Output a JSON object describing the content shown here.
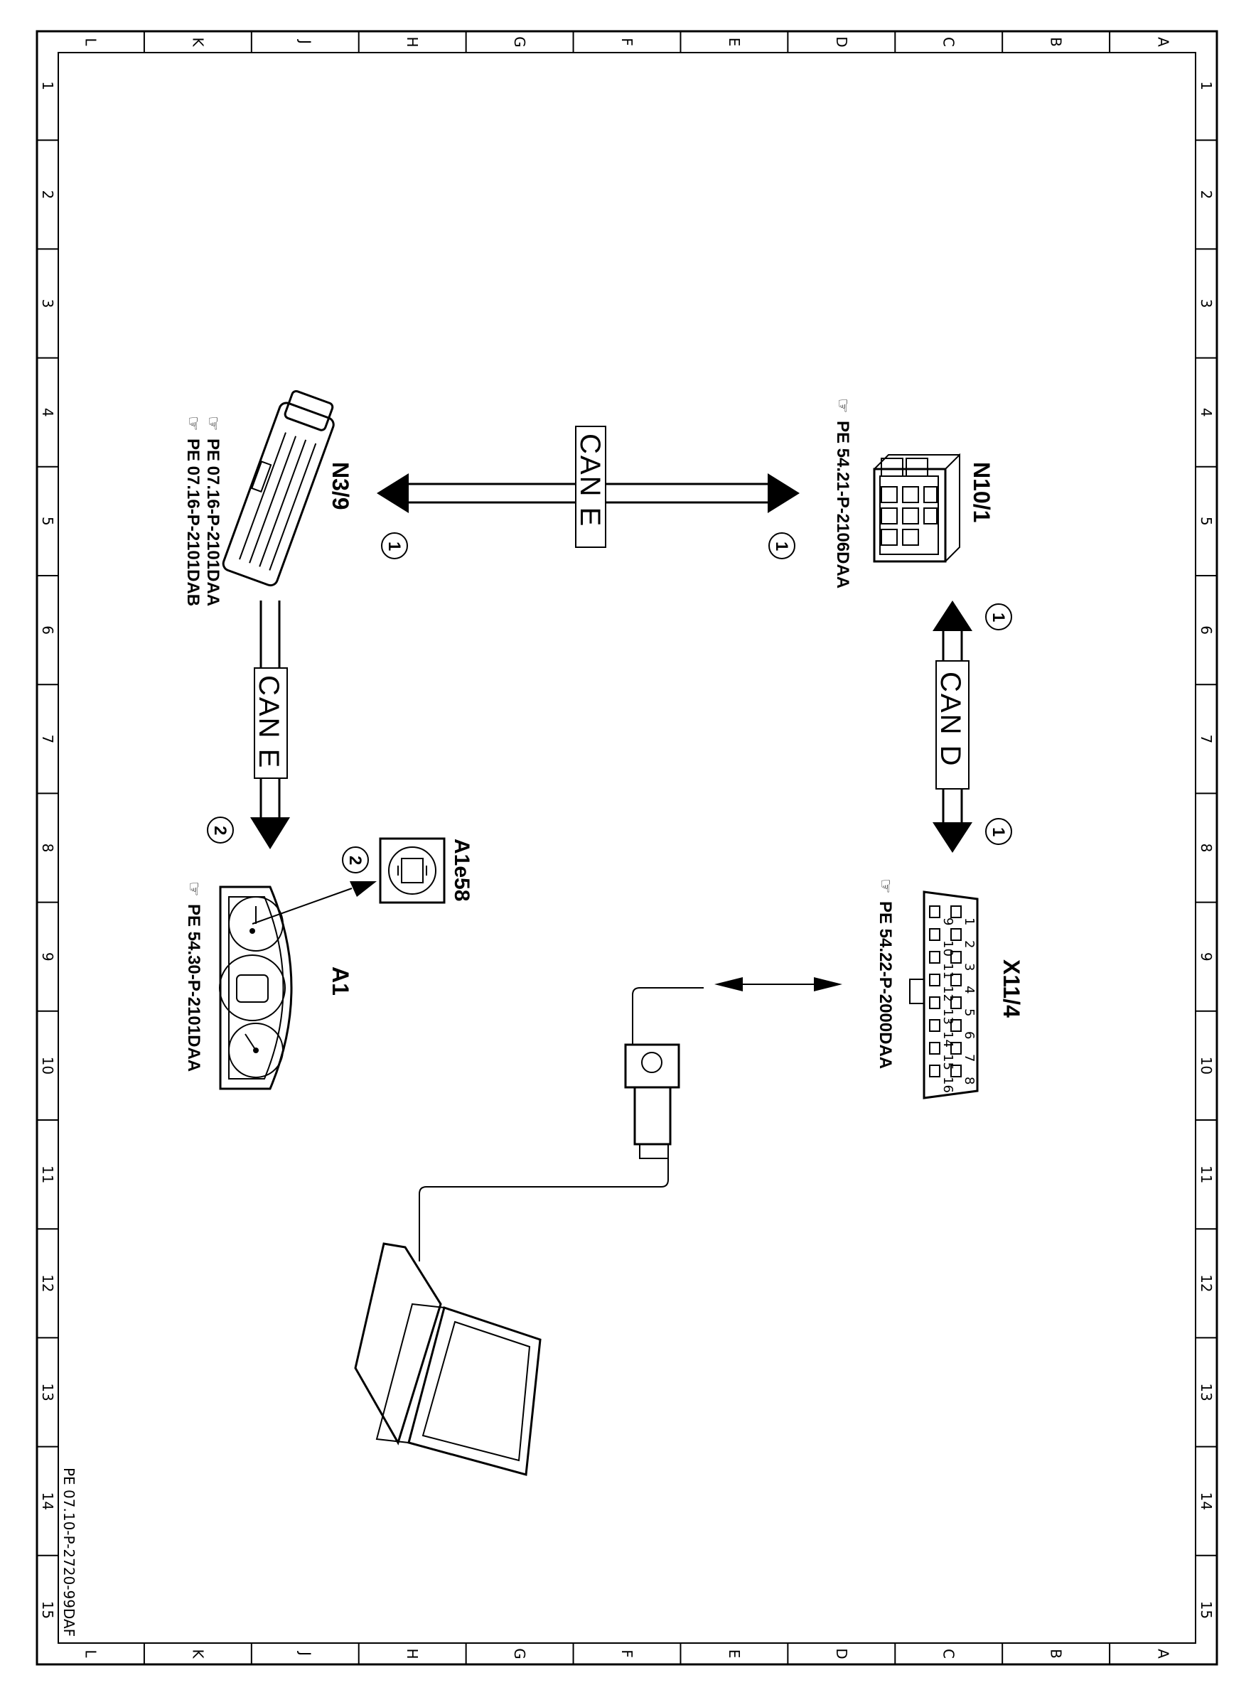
{
  "grid": {
    "columns": [
      "L",
      "K",
      "J",
      "H",
      "G",
      "F",
      "E",
      "D",
      "C",
      "B",
      "A"
    ],
    "rows": [
      "1",
      "2",
      "3",
      "4",
      "5",
      "6",
      "7",
      "8",
      "9",
      "10",
      "11",
      "12",
      "13",
      "14",
      "15"
    ]
  },
  "components": {
    "n10_1": {
      "label": "N10/1",
      "refs": [
        "PE  54.21-P-2106DAA"
      ]
    },
    "n3_9": {
      "label": "N3/9",
      "refs": [
        "PE  07.16-P-2101DAA",
        "PE  07.16-P-2101DAB"
      ]
    },
    "x11_4": {
      "label": "X11/4",
      "refs": [
        "PE  54.22-P-2000DAA"
      ],
      "pins_top": [
        "1",
        "2",
        "3",
        "4",
        "5",
        "6",
        "7",
        "8"
      ],
      "pins_bottom": [
        "9",
        "10",
        "11",
        "12",
        "13",
        "14",
        "15",
        "16"
      ]
    },
    "a1": {
      "label": "A1",
      "refs": [
        "PE  54.30-P-2101DAA"
      ]
    },
    "a1e58": {
      "label": "A1e58"
    }
  },
  "connections": {
    "can_e_top": {
      "label": "CAN E",
      "marker_left": "1",
      "marker_right": "1"
    },
    "can_d": {
      "label": "CAN D",
      "marker_top": "1",
      "marker_bottom": "1"
    },
    "can_e_side": {
      "label": "CAN E",
      "marker": "2"
    },
    "a1e58_marker": "2"
  },
  "footer": {
    "doc_id": "PE 07.10-P-2720-99DAF"
  }
}
